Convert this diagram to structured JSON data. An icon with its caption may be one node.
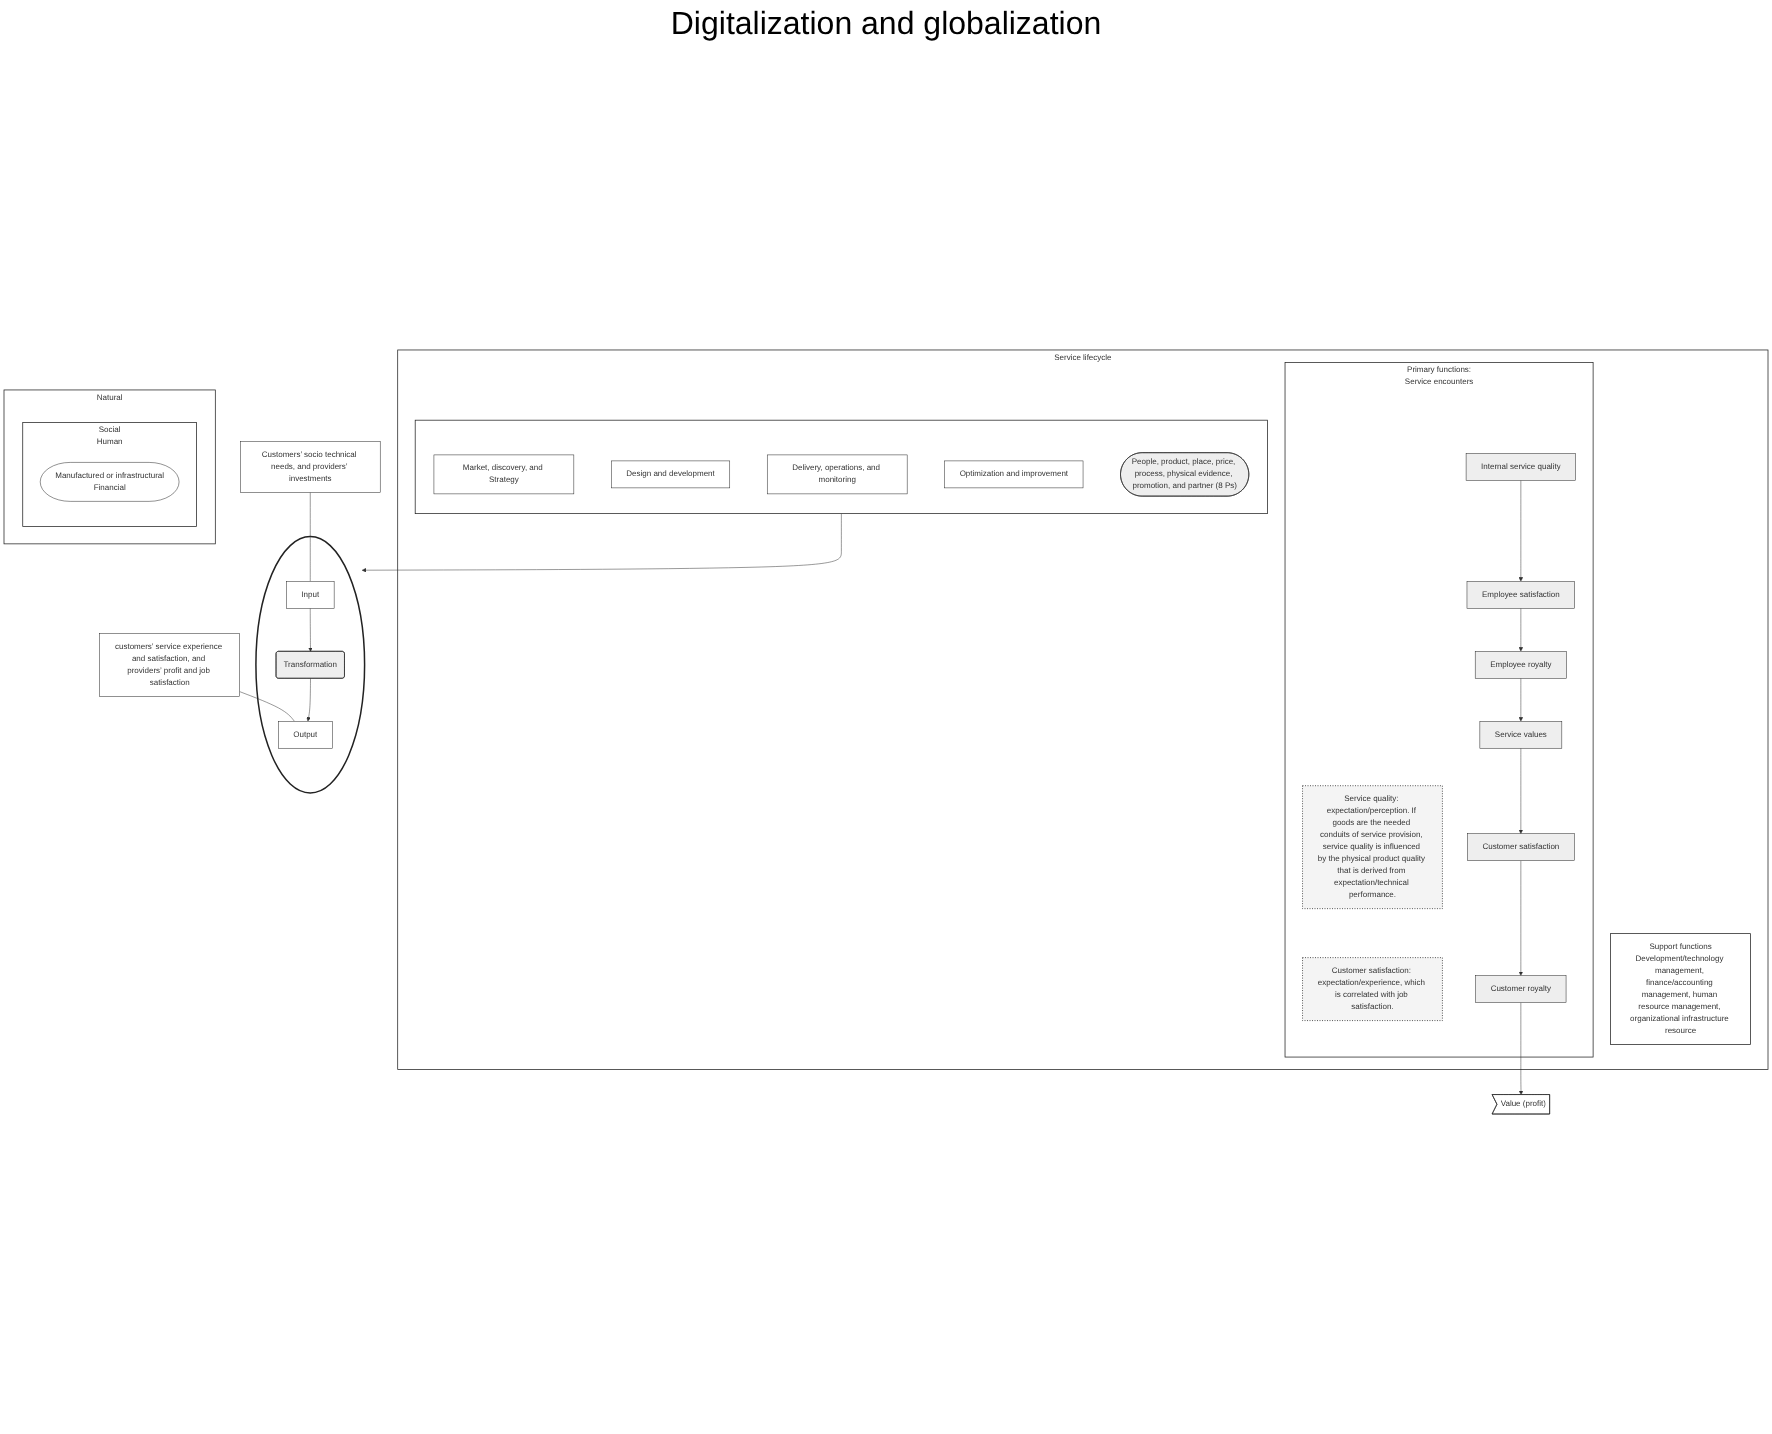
{
  "diagram": {
    "title": "Digitalization and globalization",
    "nodes": [
      {
        "text": [
          "Service lifecycle"
        ]
      },
      {
        "text": [
          "Primary functions:",
          "Service encounters"
        ],
        "in": 0
      },
      {
        "text": [
          "Internal service quality"
        ],
        "in": 1
      },
      {
        "text": [
          "Service quality: expectation/perception. If goods are the needed conduits of service provision, service quality is influenced by the physical product quality that is derived from expectation/technical performance."
        ],
        "in": 1
      },
      {
        "text": [
          "Customer satisfaction: expectation/experience, which is correlated with job satisfaction."
        ],
        "in": 1
      },
      {
        "text": [
          "Employee satisfaction"
        ],
        "in": 1
      },
      {
        "text": [
          "Employee royalty"
        ],
        "in": 1
      },
      {
        "text": [
          "Service values"
        ],
        "in": 1
      },
      {
        "text": [
          "Customer satisfaction"
        ],
        "in": 1
      },
      {
        "text": [
          "Customer royalty"
        ],
        "in": 1
      },
      {
        "text": [],
        "shape": "band",
        "in": 0
      },
      {
        "text": [
          "Market, discovery, and Strategy"
        ],
        "in": 10
      },
      {
        "text": [
          "Design and development"
        ],
        "in": 10
      },
      {
        "text": [
          "Delivery, operations, and monitoring"
        ],
        "in": 10
      },
      {
        "text": [
          "Optimization and improvement"
        ],
        "in": 10
      },
      {
        "text": [
          "People, product, place, price, process, physical evidence, promotion, and partner (8 Ps)"
        ],
        "in": 10
      },
      {
        "text": [
          "Support functions",
          "Development/technology management, finance/accounting management, human resource management, organizational infrastructure resource"
        ],
        "in": 0
      },
      {
        "text": [
          "Value (profit)"
        ]
      },
      {
        "text": [
          "Customers’ socio technical needs, and providers’ investments"
        ]
      },
      {
        "text": [
          "Natural"
        ]
      },
      {
        "text": [
          "Social",
          "Human"
        ],
        "in": 19
      },
      {
        "text": [
          "Manufactured or infrastructural",
          "Financial"
        ],
        "in": 20
      },
      {
        "text": [],
        "shape": "circle"
      },
      {
        "text": [
          "Input"
        ],
        "in": 22
      },
      {
        "text": [
          "Transformation"
        ],
        "in": 22
      },
      {
        "text": [
          "Output"
        ],
        "in": 22
      },
      {
        "text": [
          "customers’ service experience and satisfaction, and providers’ profit and job satisfaction"
        ]
      }
    ],
    "edges": [
      {
        "from": 2,
        "to": 5,
        "arrow": "to"
      },
      {
        "from": 5,
        "to": 6,
        "arrow": "to"
      },
      {
        "from": 6,
        "to": 7,
        "arrow": "to"
      },
      {
        "from": 7,
        "to": 8,
        "arrow": "to"
      },
      {
        "from": 8,
        "to": 9,
        "arrow": "to"
      },
      {
        "from": 9,
        "to": 17,
        "arrow": "to"
      },
      {
        "from": 10,
        "to": 22,
        "arrow": "to"
      },
      {
        "from": 18,
        "to": 23,
        "arrow": "none"
      },
      {
        "from": 26,
        "to": 25,
        "arrow": "none"
      },
      {
        "from": 23,
        "to": 24,
        "arrow": "to"
      },
      {
        "from": 24,
        "to": 25,
        "arrow": "to"
      }
    ]
  }
}
